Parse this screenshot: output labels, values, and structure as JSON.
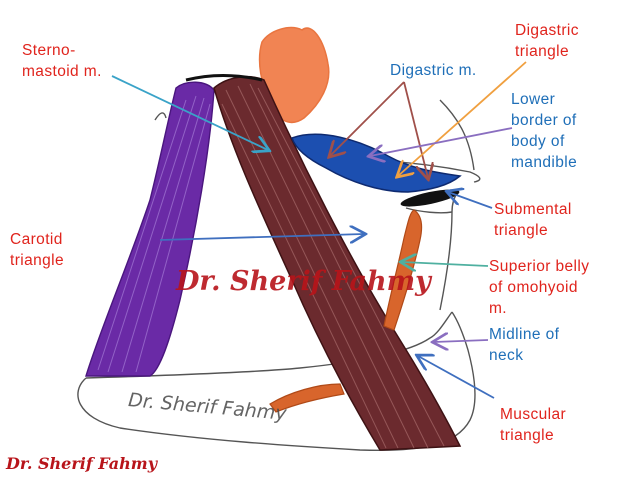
{
  "labels": {
    "sternomastoid": "Sterno-\nmastoid m.",
    "digastric_triangle": "Digastric\ntriangle",
    "digastric_muscle": "Digastric m.",
    "lower_border_mandible": "Lower\nborder of\nbody of\nmandible",
    "submental_triangle": "Submental\ntriangle",
    "carotid_triangle": "Carotid\ntriangle",
    "superior_belly_omohyoid": "Superior belly\nof omohyoid\nm.",
    "midline_neck": "Midline of\nneck",
    "muscular_triangle": "Muscular\ntriangle"
  },
  "watermark": {
    "center": "Dr. Sherif Fahmy",
    "corner": "Dr. Sherif Fahmy",
    "handwritten": "Dr. Sherif Fahmy"
  },
  "colors": {
    "red_label": "#e0241d",
    "blue_label": "#1f6fb8",
    "sternomastoid_muscle": "#6b2a2e",
    "trapezius_purple": "#6a2aa6",
    "digastric_blue": "#1c4fb0",
    "parotid_orange": "#f07a45",
    "omohyoid_orange": "#d8652c"
  }
}
